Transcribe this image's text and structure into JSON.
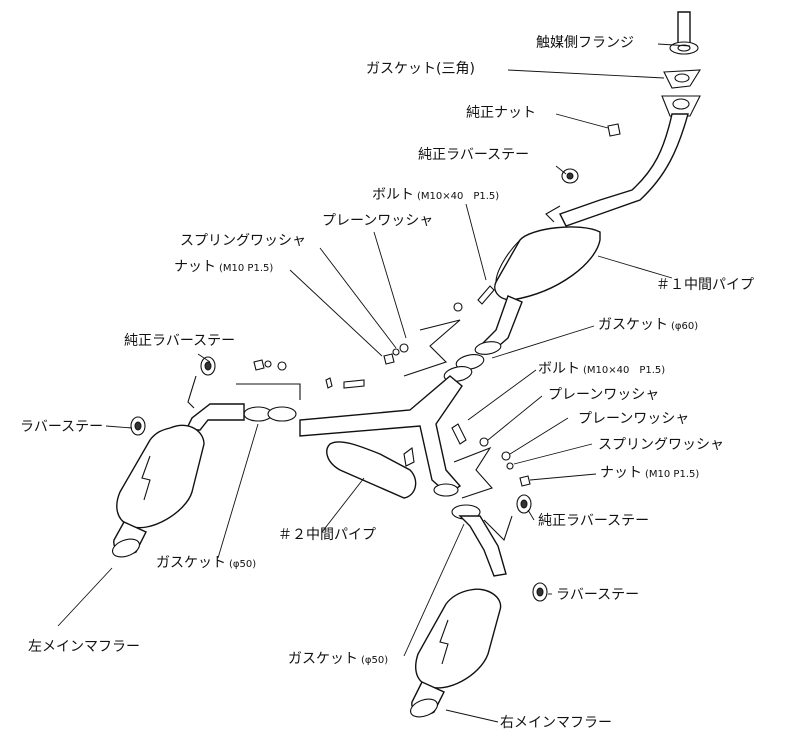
{
  "labels": {
    "catalyst_flange": "触媒側フランジ",
    "gasket_triangle": "ガスケット(三角)",
    "oem_nut": "純正ナット",
    "oem_rubber_stay_top": "純正ラバーステー",
    "bolt_top": "ボルト",
    "bolt_top_spec": "(M10×40　P1.5)",
    "plain_washer_top": "プレーンワッシャ",
    "spring_washer_top": "スプリングワッシャ",
    "nut_top": "ナット",
    "nut_top_spec": "(M10 P1.5)",
    "mid_pipe_1": "＃１中間パイプ",
    "gasket_60": "ガスケット",
    "gasket_60_spec": "(φ60)",
    "oem_rubber_stay_left": "純正ラバーステー",
    "rubber_stay_left": "ラバーステー",
    "bolt_right": "ボルト",
    "bolt_right_spec": "(M10×40　P1.5)",
    "plain_washer_r1": "プレーンワッシャ",
    "plain_washer_r2": "プレーンワッシャ",
    "spring_washer_right": "スプリングワッシャ",
    "nut_right": "ナット",
    "nut_right_spec": "(M10 P1.5)",
    "oem_rubber_stay_right": "純正ラバーステー",
    "mid_pipe_2": "＃２中間パイプ",
    "gasket_50_left": "ガスケット",
    "gasket_50_left_spec": "(φ50)",
    "rubber_stay_right": "ラバーステー",
    "left_main_muffler": "左メインマフラー",
    "gasket_50_right": "ガスケット",
    "gasket_50_right_spec": "(φ50)",
    "right_main_muffler": "右メインマフラー"
  }
}
